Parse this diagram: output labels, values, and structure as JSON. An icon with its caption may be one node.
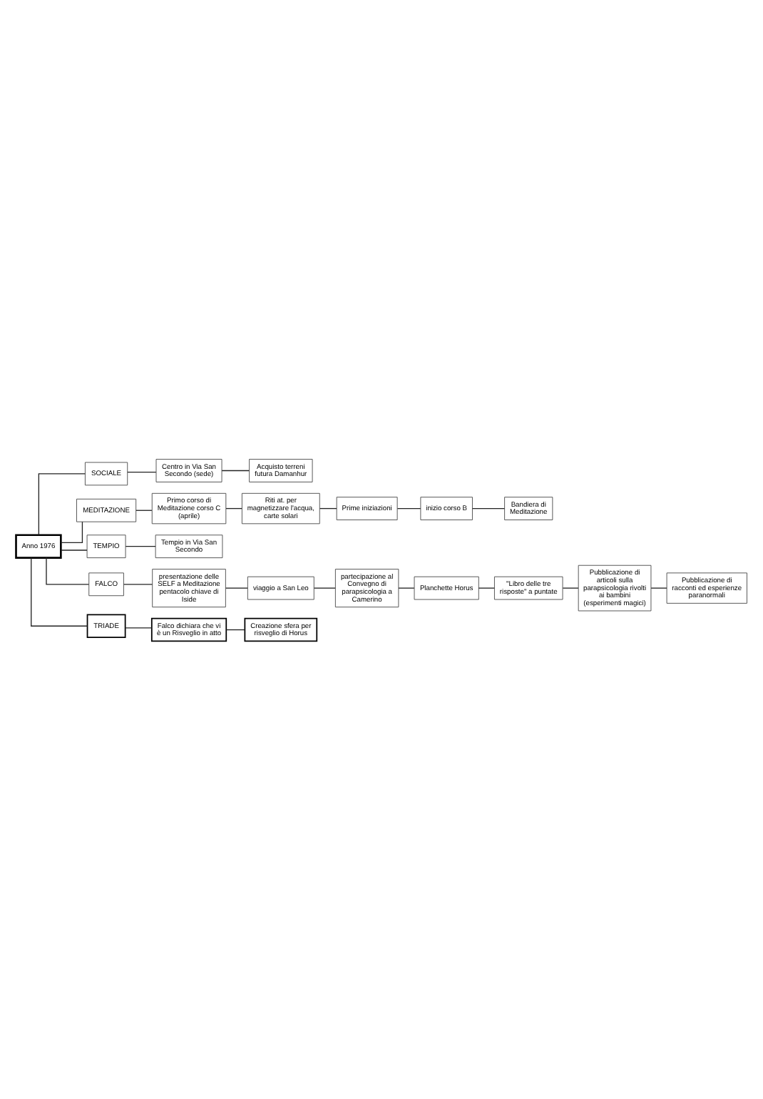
{
  "diagram": {
    "nodes": [
      {
        "text": [
          "Anno 1976"
        ]
      },
      {
        "text": [
          "SOCIALE"
        ]
      },
      {
        "text": [
          "MEDITAZIONE"
        ]
      },
      {
        "text": [
          "TEMPIO"
        ]
      },
      {
        "text": [
          "FALCO"
        ]
      },
      {
        "text": [
          "TRIADE"
        ]
      },
      {
        "text": [
          "Centro in Via San Secondo (sede)"
        ]
      },
      {
        "text": [
          "Acquisto terreni futura Damanhur"
        ]
      },
      {
        "text": [
          "Primo corso di Meditazione corso C (aprile)"
        ]
      },
      {
        "text": [
          "Riti at. per magnetizzare l'acqua, carte solari"
        ]
      },
      {
        "text": [
          "Prime iniziazioni"
        ]
      },
      {
        "text": [
          "inizio corso B"
        ]
      },
      {
        "text": [
          "Bandiera di Meditazione"
        ]
      },
      {
        "text": [
          "Tempio in Via San Secondo"
        ]
      },
      {
        "text": [
          "presentazione delle SELF a Meditazione pentacolo chiave di Iside"
        ]
      },
      {
        "text": [
          "viaggio a San Leo"
        ]
      },
      {
        "text": [
          "partecipazione al Convegno di parapsicologia a Camerino"
        ]
      },
      {
        "text": [
          "Planchette Horus"
        ]
      },
      {
        "text": [
          "\"Libro delle tre risposte\" a puntate"
        ]
      },
      {
        "text": [
          "Pubblicazione di articoli sulla parapsicologia rivolti ai bambini (esperimenti magici)"
        ]
      },
      {
        "text": [
          "Pubblicazione di racconti ed esperienze paranormali"
        ]
      },
      {
        "text": [
          "Falco dichiara che vi è un Risveglio in atto"
        ]
      },
      {
        "text": [
          "Creazione sfera per risveglio di Horus"
        ]
      }
    ],
    "edges": [
      {
        "from": 0,
        "to": 1,
        "arrow": "none"
      },
      {
        "from": 0,
        "to": 2,
        "arrow": "none"
      },
      {
        "from": 0,
        "to": 3,
        "arrow": "none"
      },
      {
        "from": 0,
        "to": 4,
        "arrow": "none"
      },
      {
        "from": 0,
        "to": 5,
        "arrow": "none"
      },
      {
        "from": 1,
        "to": 6,
        "arrow": "none"
      },
      {
        "from": 6,
        "to": 7,
        "arrow": "none"
      },
      {
        "from": 2,
        "to": 8,
        "arrow": "none"
      },
      {
        "from": 8,
        "to": 9,
        "arrow": "none"
      },
      {
        "from": 9,
        "to": 10,
        "arrow": "none"
      },
      {
        "from": 10,
        "to": 11,
        "arrow": "none"
      },
      {
        "from": 11,
        "to": 12,
        "arrow": "none"
      },
      {
        "from": 3,
        "to": 13,
        "arrow": "none"
      },
      {
        "from": 4,
        "to": 14,
        "arrow": "none"
      },
      {
        "from": 14,
        "to": 15,
        "arrow": "none"
      },
      {
        "from": 15,
        "to": 16,
        "arrow": "none"
      },
      {
        "from": 16,
        "to": 17,
        "arrow": "none"
      },
      {
        "from": 17,
        "to": 18,
        "arrow": "none"
      },
      {
        "from": 18,
        "to": 19,
        "arrow": "none"
      },
      {
        "from": 19,
        "to": 20,
        "arrow": "none"
      },
      {
        "from": 5,
        "to": 21,
        "arrow": "none"
      },
      {
        "from": 21,
        "to": 22,
        "arrow": "none"
      }
    ]
  }
}
